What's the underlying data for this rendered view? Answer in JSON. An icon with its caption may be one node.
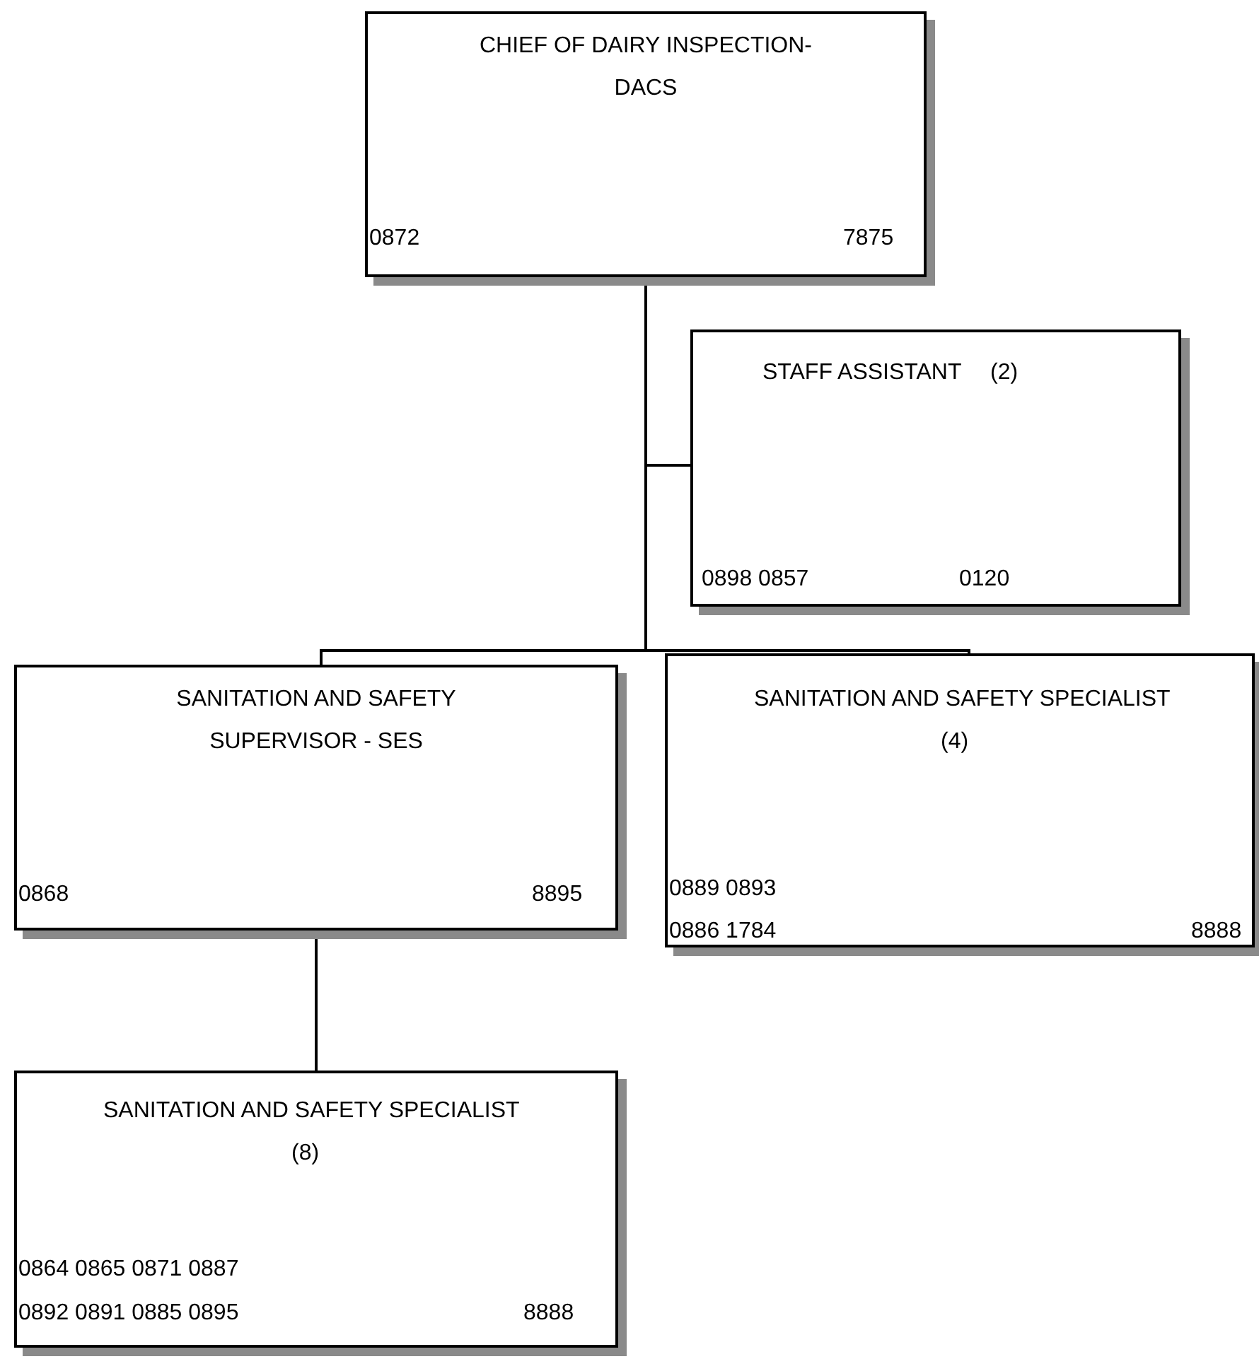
{
  "diagram": {
    "nodes": [
      {
        "text": [
          "CHIEF OF DAIRY INSPECTION-DACS",
          "0872",
          "7875"
        ]
      },
      {
        "text": [
          "STAFF ASSISTANT",
          "(2)",
          "0898 0857",
          "0120"
        ]
      },
      {
        "text": [
          "SANITATION AND SAFETY SUPERVISOR - SES",
          "0868",
          "8895"
        ]
      },
      {
        "text": [
          "SANITATION AND SAFETY SPECIALIST",
          "(4)",
          "0889 0893",
          "0886 1784",
          "8888"
        ]
      },
      {
        "text": [
          "SANITATION AND SAFETY SPECIALIST",
          "(8)",
          "0864 0865 0871 0887",
          "0892 0891 0885 0895",
          "8888"
        ]
      }
    ],
    "edges": [
      {
        "from": 0,
        "to": 1,
        "arrow": "none"
      },
      {
        "from": 0,
        "to": 2,
        "arrow": "none"
      },
      {
        "from": 0,
        "to": 3,
        "arrow": "none"
      },
      {
        "from": 2,
        "to": 4,
        "arrow": "none"
      }
    ]
  }
}
